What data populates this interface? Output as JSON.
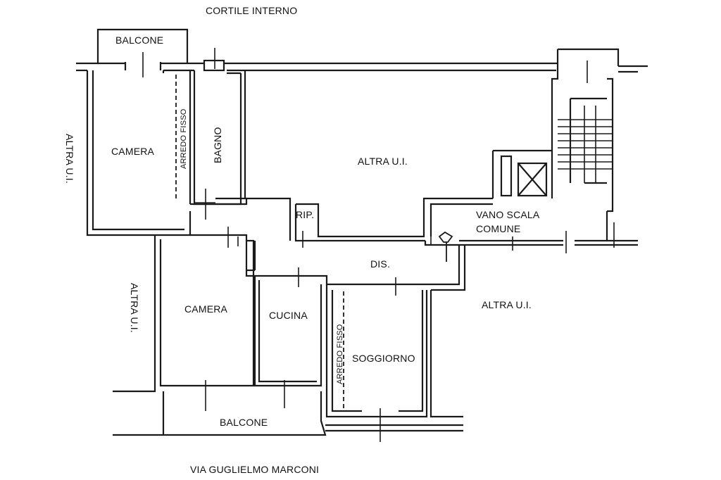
{
  "labels": {
    "cortile_interno": "CORTILE INTERNO",
    "balcone_top": "BALCONE",
    "balcone_bottom": "BALCONE",
    "camera_1": "CAMERA",
    "camera_2": "CAMERA",
    "bagno": "BAGNO",
    "arredo_fisso_1": "ARREDO FISSO",
    "arredo_fisso_2": "ARREDO FISSO",
    "altra_ui_top": "ALTRA U.I.",
    "altra_ui_left_1": "ALTRA U.I.",
    "altra_ui_left_2": "ALTRA U.I.",
    "altra_ui_right": "ALTRA U.I.",
    "rip": "RIP.",
    "vano_scala": "VANO SCALA",
    "comune": "COMUNE",
    "dis": "DIS.",
    "cucina": "CUCINA",
    "soggiorno": "SOGGIORNO",
    "via": "VIA GUGLIELMO MARCONI"
  },
  "colors": {
    "wall": "#1a1a1a",
    "background": "#ffffff"
  }
}
